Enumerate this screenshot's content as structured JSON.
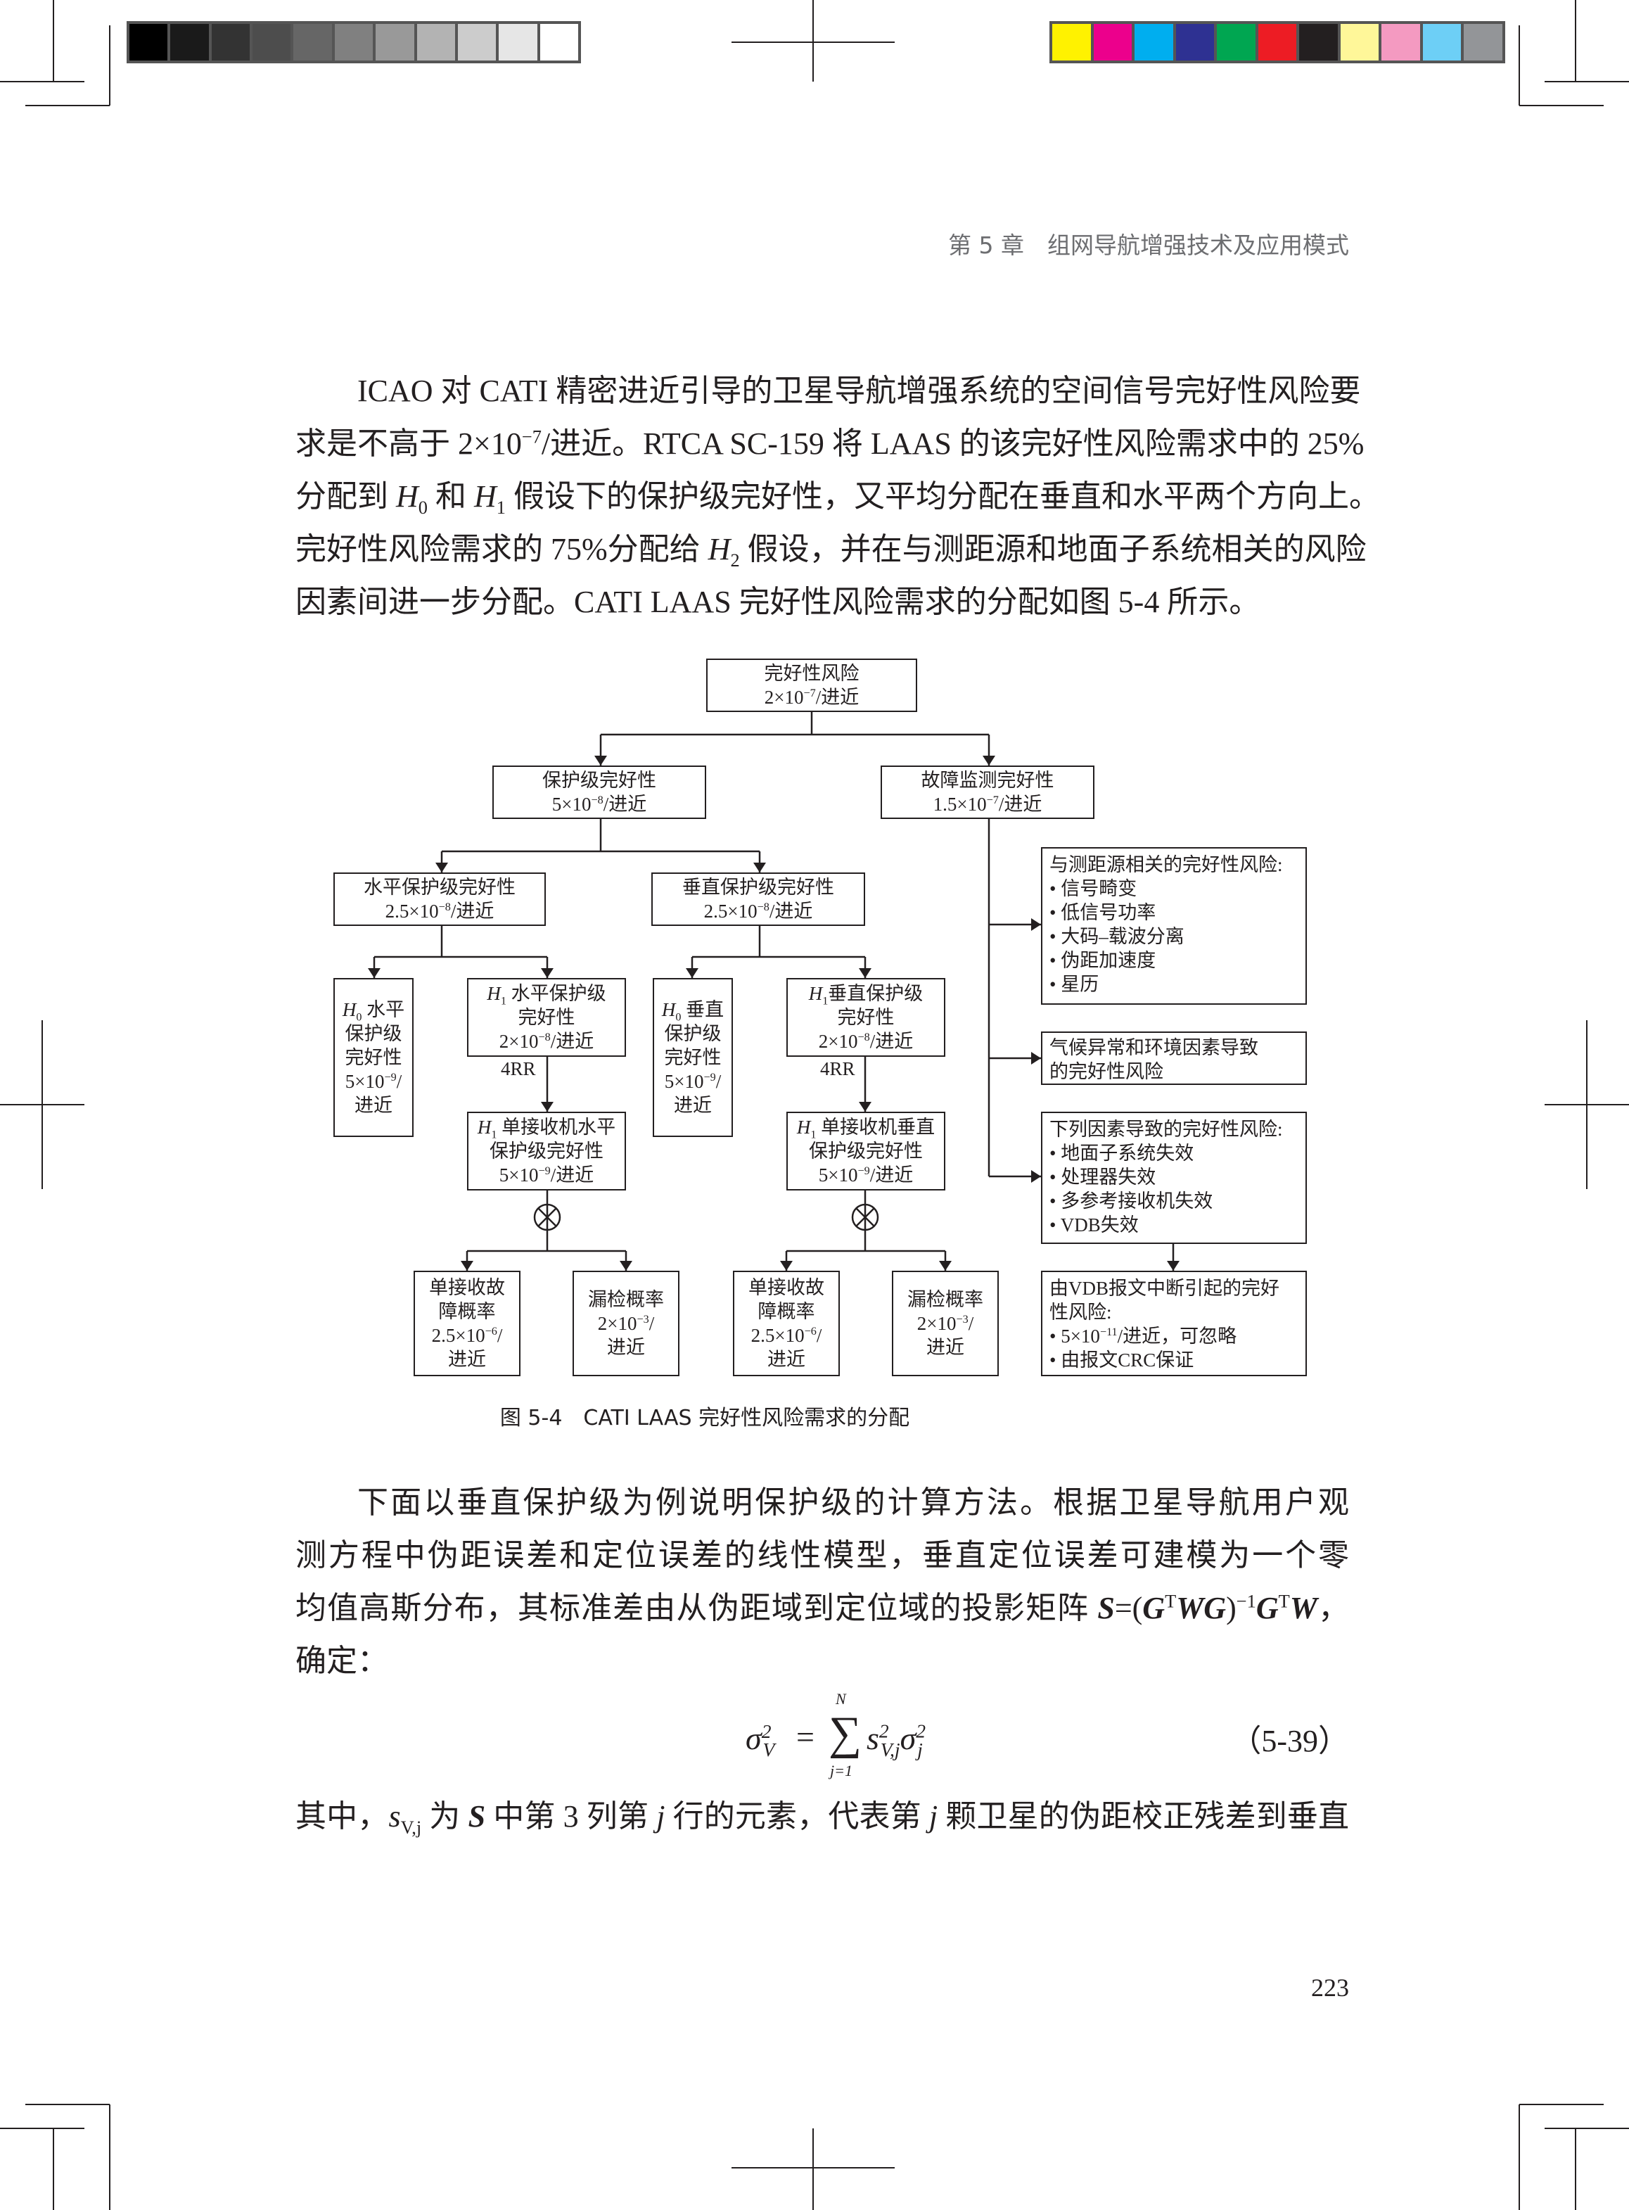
{
  "print_marks": {
    "gray_swatches": [
      "#000000",
      "#1a1a1a",
      "#333333",
      "#4d4d4d",
      "#666666",
      "#808080",
      "#999999",
      "#b3b3b3",
      "#cccccc",
      "#e6e6e6",
      "#ffffff"
    ],
    "color_swatches": [
      "#fff200",
      "#ec008c",
      "#00aeef",
      "#2e3192",
      "#00a651",
      "#ed1c24",
      "#231f20",
      "#fff799",
      "#f49ac1",
      "#6dcff6",
      "#939598"
    ]
  },
  "header": {
    "chapter": "第 5 章　组网导航增强技术及应用模式"
  },
  "paragraph1": [
    [
      "ICAO 对 CATI 精密进近引导的卫星导航增强系统的空间信号完好性风险要"
    ],
    [
      "求是不高于 2×10",
      [
        "sup",
        "−7"
      ],
      "/进近。RTCA SC-159 将 LAAS 的该完好性风险需求中的 25%"
    ],
    [
      "分配到 ",
      [
        "i",
        "H"
      ],
      [
        "sub",
        "0"
      ],
      " 和 ",
      [
        "i",
        "H"
      ],
      [
        "sub",
        "1"
      ],
      " 假设下的保护级完好性，又平均分配在垂直和水平两个方向上。"
    ],
    [
      "完好性风险需求的 75%分配给 ",
      [
        "i",
        "H"
      ],
      [
        "sub",
        "2"
      ],
      " 假设，并在与测距源和地面子系统相关的风险"
    ],
    [
      "因素间进一步分配。CATI LAAS 完好性风险需求的分配如图 5-4 所示。"
    ]
  ],
  "diagram": {
    "top": [
      [
        "完好性风险"
      ],
      [
        "2×10",
        [
          "sup",
          "−7"
        ],
        "/进近"
      ]
    ],
    "protection": [
      [
        "保护级完好性"
      ],
      [
        "5×10",
        [
          "sup",
          "−8"
        ],
        "/进近"
      ]
    ],
    "fault_monitor": [
      [
        "故障监测完好性"
      ],
      [
        "1.5×10",
        [
          "sup",
          "−7"
        ],
        "/进近"
      ]
    ],
    "horizontal": [
      [
        "水平保护级完好性"
      ],
      [
        "2.5×10",
        [
          "sup",
          "−8"
        ],
        "/进近"
      ]
    ],
    "vertical": [
      [
        "垂直保护级完好性"
      ],
      [
        "2.5×10",
        [
          "sup",
          "−8"
        ],
        "/进近"
      ]
    ],
    "h0_horizontal": [
      [
        [
          "i",
          "H"
        ],
        [
          "sub",
          "0"
        ],
        " 水平"
      ],
      [
        "保护级"
      ],
      [
        "完好性"
      ],
      [
        "5×10",
        [
          "sup",
          "−9"
        ],
        "/"
      ],
      [
        "进近"
      ]
    ],
    "h1_horizontal": [
      [
        [
          "i",
          "H"
        ],
        [
          "sub",
          "1"
        ],
        " 水平保护级"
      ],
      [
        "完好性"
      ],
      [
        "2×10",
        [
          "sup",
          "−8"
        ],
        "/进近"
      ]
    ],
    "h0_vertical": [
      [
        [
          "i",
          "H"
        ],
        [
          "sub",
          "0"
        ],
        " 垂直"
      ],
      [
        "保护级"
      ],
      [
        "完好性"
      ],
      [
        "5×10",
        [
          "sup",
          "−9"
        ],
        "/"
      ],
      [
        "进近"
      ]
    ],
    "h1_vertical": [
      [
        [
          "i",
          "H"
        ],
        [
          "sub",
          "1"
        ],
        "垂直保护级"
      ],
      [
        "完好性"
      ],
      [
        "2×10",
        [
          "sup",
          "−8"
        ],
        "/进近"
      ]
    ],
    "rr_label_h": "4RR",
    "rr_label_v": "4RR",
    "h1_single_h": [
      [
        [
          "i",
          "H"
        ],
        [
          "sub",
          "1"
        ],
        " 单接收机水平"
      ],
      [
        "保护级完好性"
      ],
      [
        "5×10",
        [
          "sup",
          "−9"
        ],
        "/进近"
      ]
    ],
    "h1_single_v": [
      [
        [
          "i",
          "H"
        ],
        [
          "sub",
          "1"
        ],
        " 单接收机垂直"
      ],
      [
        "保护级完好性"
      ],
      [
        "5×10",
        [
          "sup",
          "−9"
        ],
        "/进近"
      ]
    ],
    "rx_fault_h": [
      [
        "单接收故"
      ],
      [
        "障概率"
      ],
      [
        "2.5×10",
        [
          "sup",
          "−6"
        ],
        "/"
      ],
      [
        "进近"
      ]
    ],
    "missed_h": [
      [
        "漏检概率"
      ],
      [
        "2×10",
        [
          "sup",
          "−3"
        ],
        "/"
      ],
      [
        "进近"
      ]
    ],
    "rx_fault_v": [
      [
        "单接收故"
      ],
      [
        "障概率"
      ],
      [
        "2.5×10",
        [
          "sup",
          "−6"
        ],
        "/"
      ],
      [
        "进近"
      ]
    ],
    "missed_v": [
      [
        "漏检概率"
      ],
      [
        "2×10",
        [
          "sup",
          "−3"
        ],
        "/"
      ],
      [
        "进近"
      ]
    ],
    "ranging_risks": [
      [
        "与测距源相关的完好性风险:"
      ],
      [
        "•  信号畸变"
      ],
      [
        "•  低信号功率"
      ],
      [
        "•  大码–载波分离"
      ],
      [
        "•  伪距加速度"
      ],
      [
        "•  星历"
      ]
    ],
    "weather_risks": [
      [
        "气候异常和环境因素导致"
      ],
      [
        "的完好性风险"
      ]
    ],
    "factor_risks": [
      [
        "下列因素导致的完好性风险:"
      ],
      [
        "•  地面子系统失效"
      ],
      [
        "•  处理器失效"
      ],
      [
        "•  多参考接收机失效"
      ],
      [
        "•  VDB失效"
      ]
    ],
    "vdb_risks": [
      [
        "由VDB报文中断引起的完好"
      ],
      [
        "性风险:"
      ],
      [
        "•  5×10",
        [
          "sup",
          "−11"
        ],
        "/进近，可忽略"
      ],
      [
        "•  由报文CRC保证"
      ]
    ],
    "caption": "图 5-4　CATI LAAS 完好性风险需求的分配"
  },
  "paragraph2": [
    [
      "下面以垂直保护级为例说明保护级的计算方法。根据卫星导航用户观"
    ],
    [
      "测方程中伪距误差和定位误差的线性模型，垂直定位误差可建模为一个零"
    ],
    [
      "均值高斯分布，其标准差由从伪距域到定位域的投影矩阵 ",
      [
        "b",
        "S"
      ],
      "=(",
      [
        "b",
        "G"
      ],
      [
        "sup",
        "T"
      ],
      [
        "b",
        "WG"
      ],
      ")",
      [
        "sup",
        "−1"
      ],
      [
        "b",
        "G"
      ],
      [
        "sup",
        "T"
      ],
      [
        "b",
        "W"
      ],
      "，"
    ],
    [
      "确定："
    ]
  ],
  "equation": {
    "lhs": "σ",
    "lhs_sub": "V",
    "lhs_sup": "2",
    "equals": "=",
    "sum": "∑",
    "sum_upper": "N",
    "sum_lower": "j=1",
    "term1": "s",
    "term1_sup": "2",
    "term1_sub": "V,j",
    "term2": "σ",
    "term2_sup": "2",
    "term2_sub": "j",
    "number": "（5-39）"
  },
  "paragraph3": [
    [
      "其中，",
      [
        "i",
        "s"
      ],
      [
        "sub",
        "V,j"
      ],
      " 为 ",
      [
        "b",
        "S"
      ],
      " 中第 3 列第 ",
      [
        "i",
        "j"
      ],
      " 行的元素，代表第 ",
      [
        "i",
        "j"
      ],
      " 颗卫星的伪距校正残差到垂直"
    ]
  ],
  "footer": {
    "page_number": "223"
  }
}
